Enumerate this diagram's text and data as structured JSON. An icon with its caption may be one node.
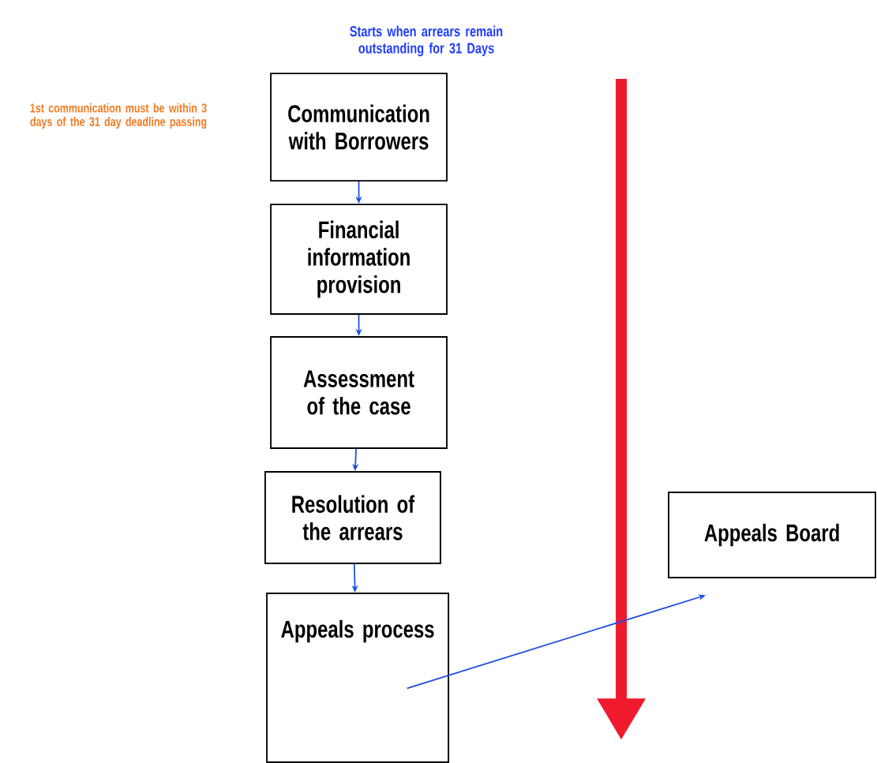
{
  "diagram": {
    "nodes": [
      {
        "text": [
          "Communication with Borrowers"
        ],
        "beside": [
          "Starts when arrears remain outstanding for 31 Days"
        ]
      },
      {
        "text": [
          "Financial information provision"
        ]
      },
      {
        "text": [
          "Assessment of the case"
        ]
      },
      {
        "text": [
          "Resolution of the arrears"
        ]
      },
      {
        "text": [
          "Appeals process"
        ]
      },
      {
        "text": [
          "Appeals Board"
        ]
      }
    ],
    "edges": [
      {
        "from": 0,
        "to": 1,
        "arrow": "to"
      },
      {
        "from": 1,
        "to": 2,
        "arrow": "to"
      },
      {
        "from": 2,
        "to": 3,
        "arrow": "to"
      },
      {
        "from": 3,
        "to": 4,
        "arrow": "to"
      },
      {
        "from": 4,
        "to": 5,
        "arrow": "to"
      }
    ],
    "labels": [
      "1st communication must be within 3 days of the 31 day deadline passing"
    ]
  }
}
